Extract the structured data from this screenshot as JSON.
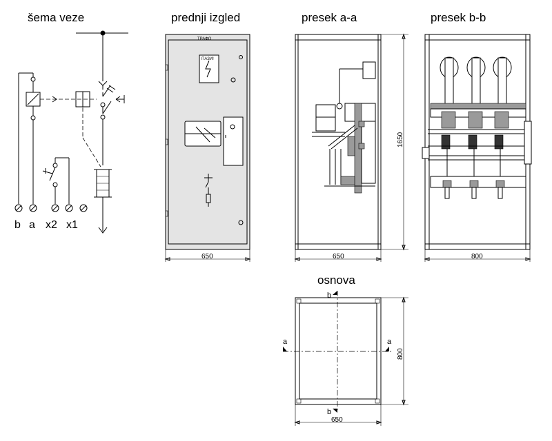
{
  "titles": {
    "schema": "šema veze",
    "front": "prednji izgled",
    "section_aa": "presek a-a",
    "section_bb": "presek b-b",
    "base": "osnova"
  },
  "terminals": [
    "b",
    "a",
    "x2",
    "x1"
  ],
  "front_view": {
    "header_plate": "ТРАФО",
    "warning_sign": "ПАЗИ!"
  },
  "dimensions": {
    "front_width": "650",
    "section_aa_width": "650",
    "section_aa_height": "1650",
    "section_bb_width": "800",
    "base_width": "650",
    "base_depth": "800"
  },
  "section_marks": {
    "b_top": "b",
    "b_bottom": "b",
    "a_left": "a",
    "a_right": "a"
  }
}
